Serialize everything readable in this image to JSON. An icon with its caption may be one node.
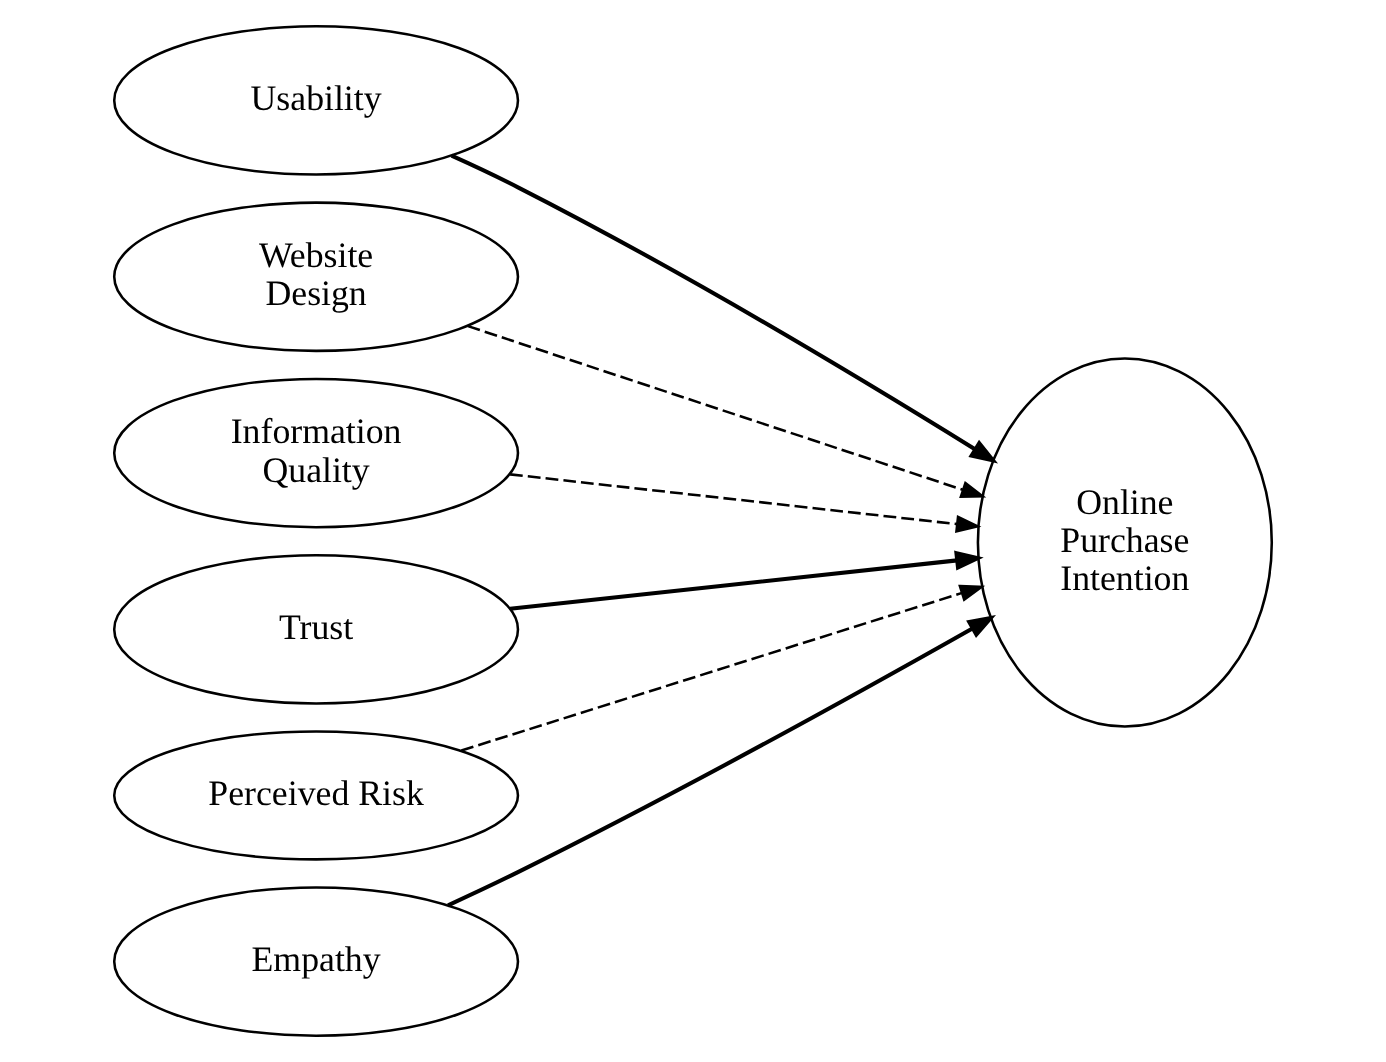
{
  "diagram": {
    "nodes": [
      {
        "text": [
          "Usability"
        ]
      },
      {
        "text": [
          "Website Design"
        ]
      },
      {
        "text": [
          "Information Quality"
        ]
      },
      {
        "text": [
          "Trust"
        ]
      },
      {
        "text": [
          "Perceived Risk"
        ]
      },
      {
        "text": [
          "Empathy"
        ]
      },
      {
        "text": [
          "Online Purchase Intention"
        ]
      }
    ],
    "edges": [
      {
        "from": 0,
        "to": 6,
        "arrow": "to"
      },
      {
        "from": 1,
        "to": 6,
        "arrow": "to",
        "style": "dashed"
      },
      {
        "from": 2,
        "to": 6,
        "arrow": "to",
        "style": "dashed"
      },
      {
        "from": 3,
        "to": 6,
        "arrow": "to"
      },
      {
        "from": 4,
        "to": 6,
        "arrow": "to",
        "style": "dashed"
      },
      {
        "from": 5,
        "to": 6,
        "arrow": "to"
      }
    ]
  }
}
